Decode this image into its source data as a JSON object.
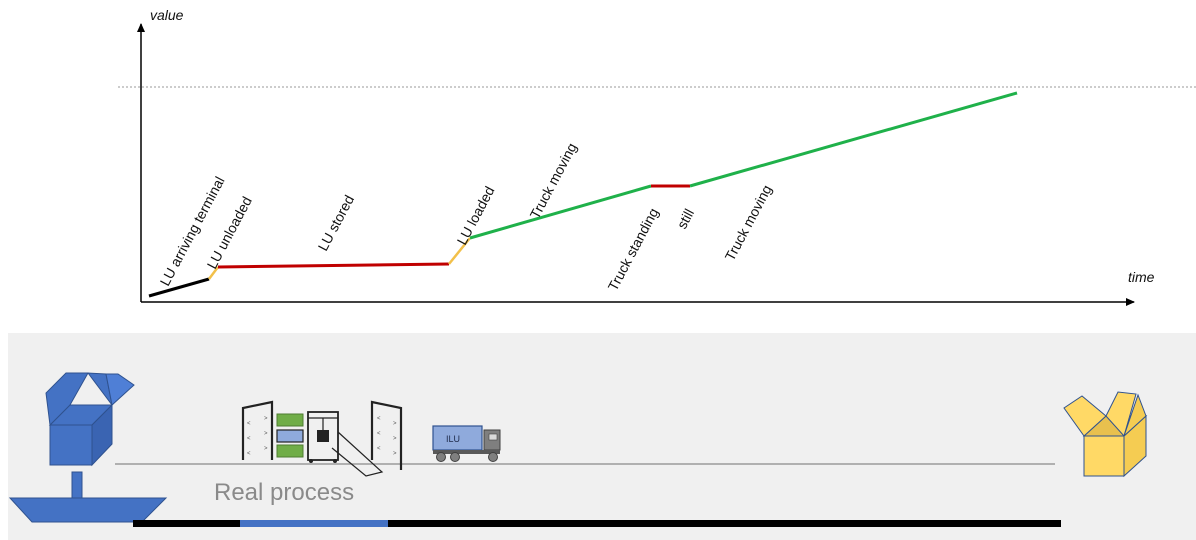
{
  "chart": {
    "y_axis_label": "value",
    "x_axis_label": "time",
    "target_line": "dashed",
    "segments": [
      {
        "label": "LU arriving terminal",
        "color": "#000000"
      },
      {
        "label": "LU unloaded",
        "color": "#f2c04a"
      },
      {
        "label": "LU stored",
        "color": "#c00000"
      },
      {
        "label": "LU loaded",
        "color": "#f2c04a"
      },
      {
        "label": "Truck moving",
        "color": "#1fb14a"
      },
      {
        "label": "Truck standing still",
        "label_lines": [
          "Truck standing",
          "still"
        ],
        "color": "#c00000"
      },
      {
        "label": "Truck moving",
        "color": "#1fb14a"
      }
    ]
  },
  "process": {
    "label": "Real process",
    "truck_cargo_label": "ILU",
    "background": "#f0f0f0",
    "timeline_colors": {
      "base": "#000000",
      "highlight": "#4472c4"
    },
    "icons": [
      "ship-icon",
      "origin-box-icon",
      "terminal-gate-icon",
      "crane-icon",
      "truck-icon",
      "destination-box-icon"
    ],
    "colors": {
      "origin_box": "#4472c4",
      "destination_box": "#ffd966",
      "container_green": "#70ad47"
    }
  }
}
